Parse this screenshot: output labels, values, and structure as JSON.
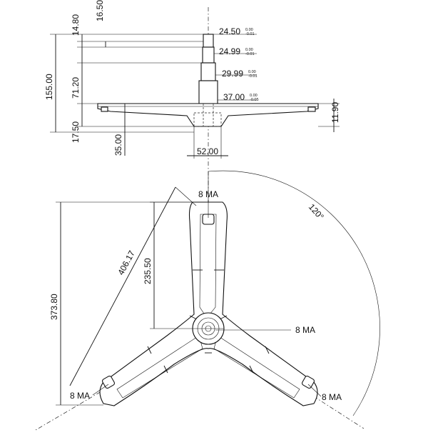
{
  "side_view": {
    "dims_vertical_left": [
      "14.80",
      "16.50",
      "155.00",
      "71.20",
      "17.50",
      "35.00"
    ],
    "dims_right": [
      {
        "value": "24.50",
        "tol_upper": "0.00",
        "tol_lower": "-0.01"
      },
      {
        "value": "24.99",
        "tol_upper": "0.00",
        "tol_lower": "-0.01"
      },
      {
        "value": "29.99",
        "tol_upper": "0.00",
        "tol_lower": "-0.01"
      },
      {
        "value": "37.00",
        "tol_upper": "0.00",
        "tol_lower": "-0.05"
      }
    ],
    "dim_right_vertical": "11.90",
    "dim_bottom": "52.00"
  },
  "top_view": {
    "dims": {
      "height_total": "373.80",
      "arm_length": "406.17",
      "center_to_top": "235.50",
      "angle": "120°"
    },
    "thread_labels": [
      "8 MA",
      "8 MA",
      "8 MA",
      "8 MA"
    ]
  }
}
